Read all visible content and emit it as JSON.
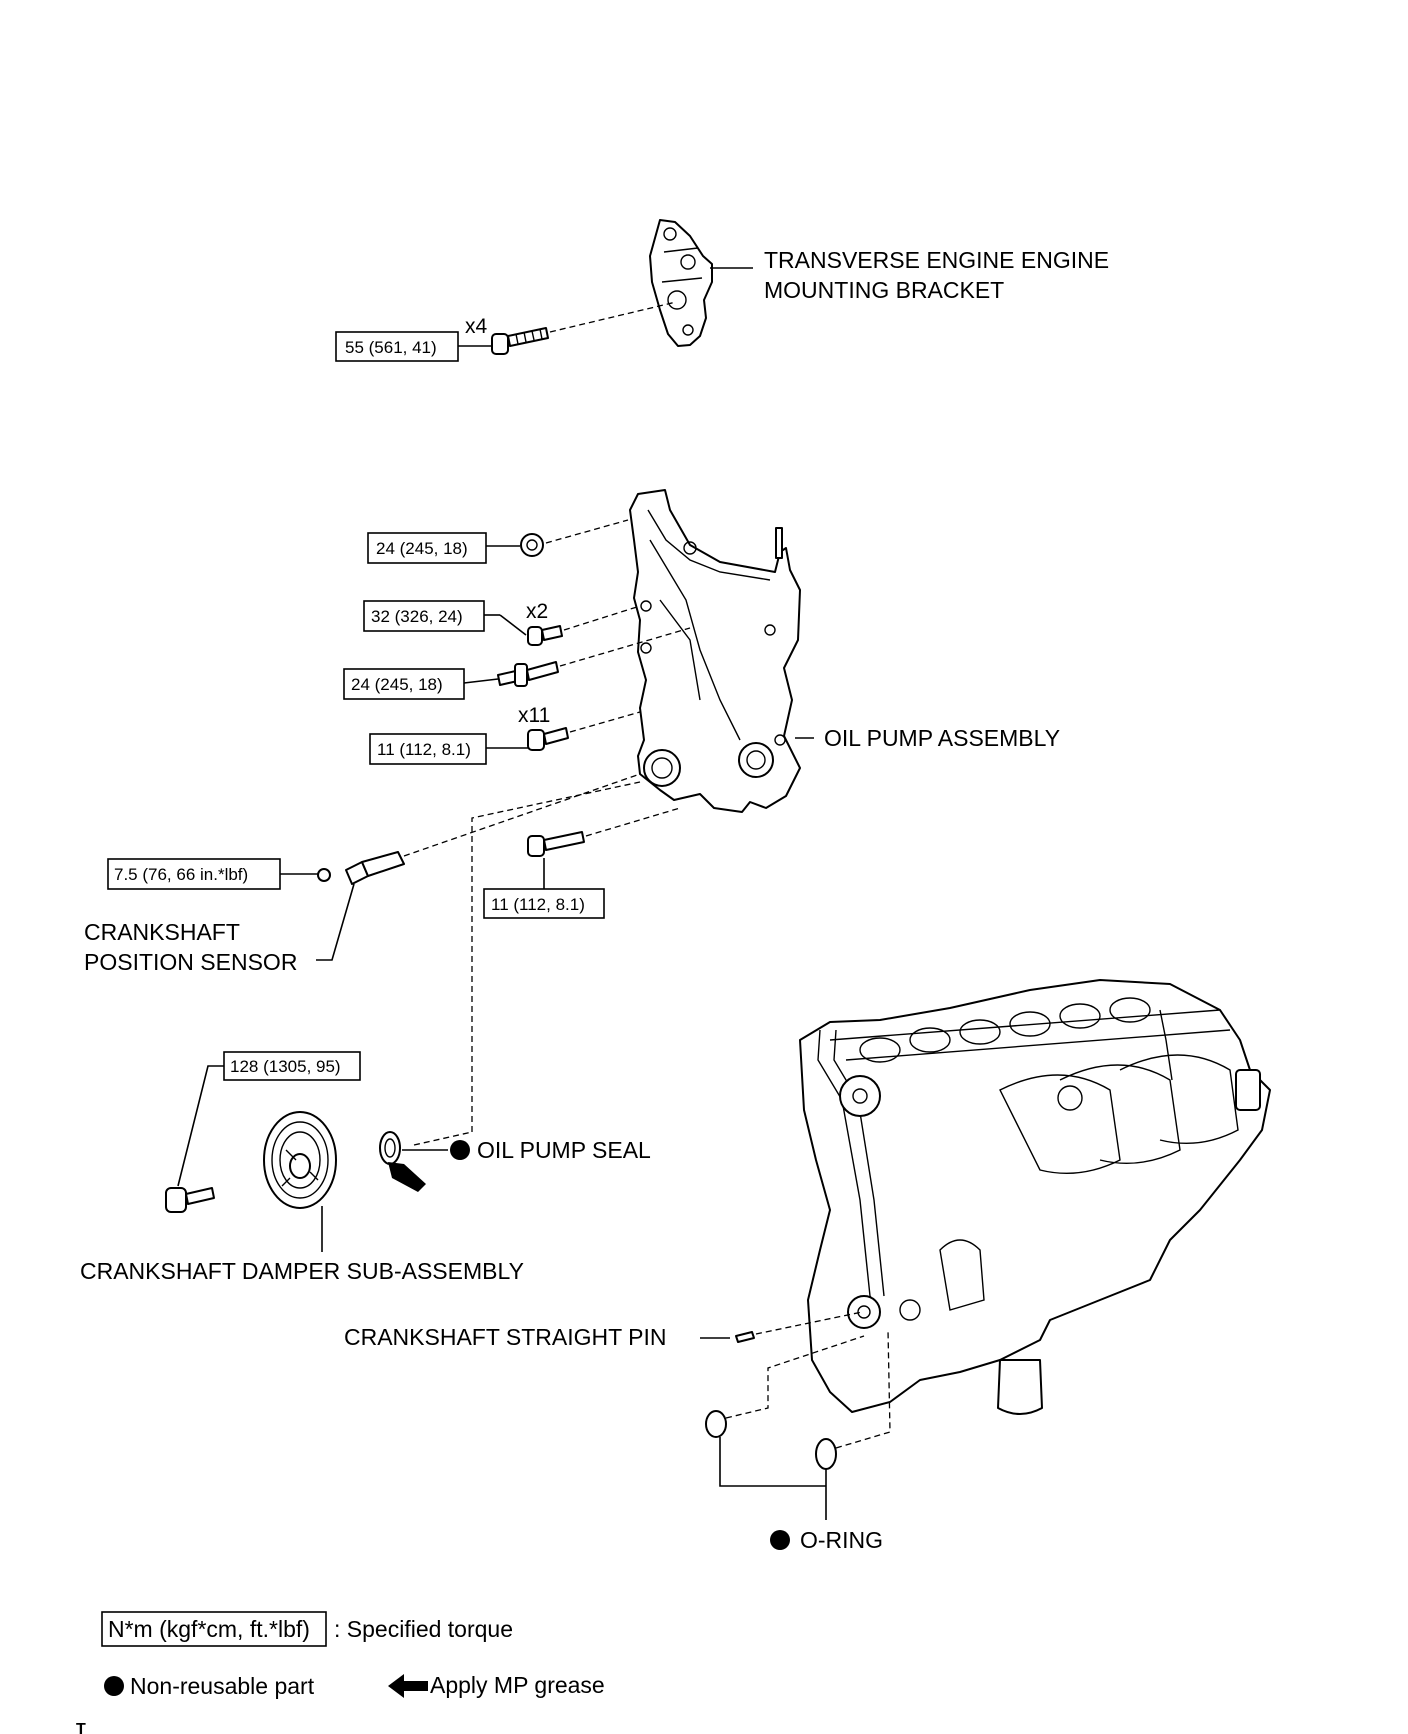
{
  "labels": {
    "bracket_line1": "TRANSVERSE ENGINE ENGINE",
    "bracket_line2": "MOUNTING BRACKET",
    "oil_pump_assembly": "OIL PUMP ASSEMBLY",
    "ckp_sensor_line1": "CRANKSHAFT",
    "ckp_sensor_line2": "POSITION SENSOR",
    "oil_pump_seal": "OIL PUMP SEAL",
    "damper": "CRANKSHAFT DAMPER SUB-ASSEMBLY",
    "straight_pin": "CRANKSHAFT STRAIGHT PIN",
    "o_ring": "O-RING"
  },
  "torques": {
    "bracket_bolts": "55 (561, 41)",
    "pump_nut": "24 (245, 18)",
    "pump_bolts_a": "32 (326, 24)",
    "pump_stud": "24 (245, 18)",
    "pump_bolts_b": "11 (112, 8.1)",
    "ckp_sensor_bolt": "7.5 (76, 66 in.*lbf)",
    "pump_bolt_lower": "11 (112, 8.1)",
    "damper_bolt": "128 (1305, 95)"
  },
  "quantities": {
    "bracket_bolts": "x4",
    "pump_bolts_a": "x2",
    "pump_bolts_b": "x11"
  },
  "legend": {
    "torque_unit": "N*m (kgf*cm, ft.*lbf)",
    "torque_desc": ": Specified torque",
    "non_reusable": "Non-reusable part",
    "mp_grease": "Apply MP grease"
  },
  "footer": {
    "code": "T"
  }
}
